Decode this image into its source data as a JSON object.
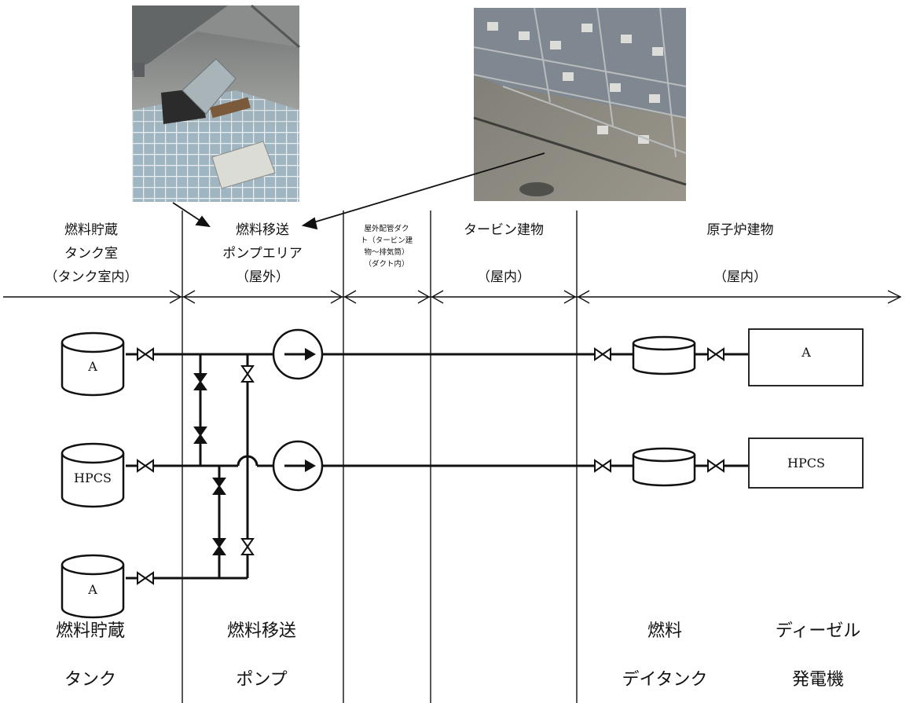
{
  "photos": [
    {
      "name": "photo-pump-area",
      "description_icon": "pump-area-grating-photo-icon"
    },
    {
      "name": "photo-outdoor-duct",
      "description_icon": "duct-cover-photo-icon"
    }
  ],
  "zones": [
    {
      "id": "tank-room",
      "lines": [
        "燃料貯蔵",
        "タンク室",
        "（タンク室内）"
      ]
    },
    {
      "id": "pump-area",
      "lines": [
        "燃料移送",
        "ポンプエリア",
        "（屋外）"
      ]
    },
    {
      "id": "outdoor-duct",
      "lines": [
        "屋外配管ダク",
        "ト（タービン建",
        "物～排気筒）",
        "（ダクト内）"
      ]
    },
    {
      "id": "turbine-building",
      "lines": [
        "タービン建物",
        "",
        "（屋内）"
      ]
    },
    {
      "id": "reactor-building",
      "lines": [
        "原子炉建物",
        "",
        "（屋内）"
      ]
    }
  ],
  "equipment": {
    "tank_a_top": "A",
    "tank_hpcs": "HPCS",
    "tank_a_bottom": "A",
    "dg_a": "A",
    "dg_hpcs": "HPCS"
  },
  "bottom_labels": {
    "storage_tank": [
      "燃料貯蔵",
      "タンク"
    ],
    "transfer_pump": [
      "燃料移送",
      "ポンプ"
    ],
    "day_tank": [
      "燃料",
      "デイタンク"
    ],
    "diesel_generator": [
      "ディーゼル",
      "発電機"
    ]
  }
}
